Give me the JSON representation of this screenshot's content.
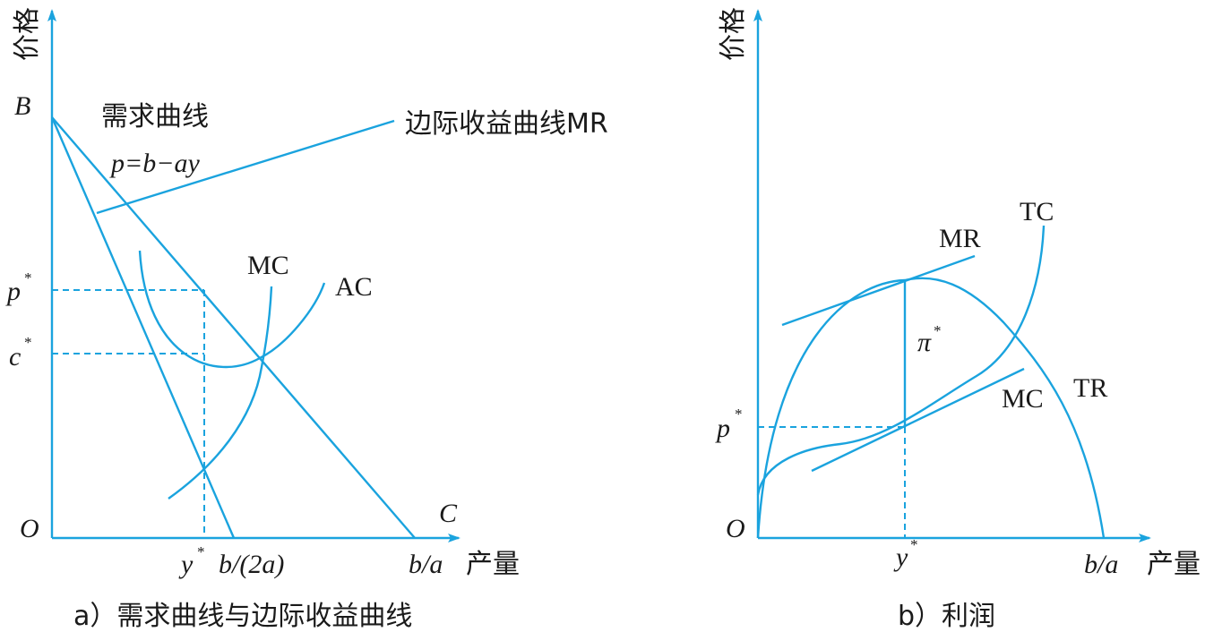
{
  "left": {
    "y_axis_label": "价格",
    "x_axis_label": "产量",
    "origin": "O",
    "point_B": "B",
    "point_C": "C",
    "demand_label": "需求曲线",
    "demand_eq": "p=b−ay",
    "mr_label": "边际收益曲线MR",
    "mc_label": "MC",
    "ac_label": "AC",
    "p_star": "p",
    "c_star": "c",
    "star": "*",
    "y_star": "y",
    "b_over_2a": "b/(2a)",
    "b_over_a": "b/a",
    "caption": "a）需求曲线与边际收益曲线"
  },
  "right": {
    "y_axis_label": "价格",
    "x_axis_label": "产量",
    "origin": "O",
    "mr_label": "MR",
    "tc_label": "TC",
    "tr_label": "TR",
    "mc_label": "MC",
    "pi_star": "π",
    "p_star": "p",
    "star": "*",
    "y_star": "y",
    "b_over_a": "b/a",
    "caption": "b）利润"
  },
  "colors": {
    "line": "#1aa3de",
    "text": "#1a1a1a"
  }
}
